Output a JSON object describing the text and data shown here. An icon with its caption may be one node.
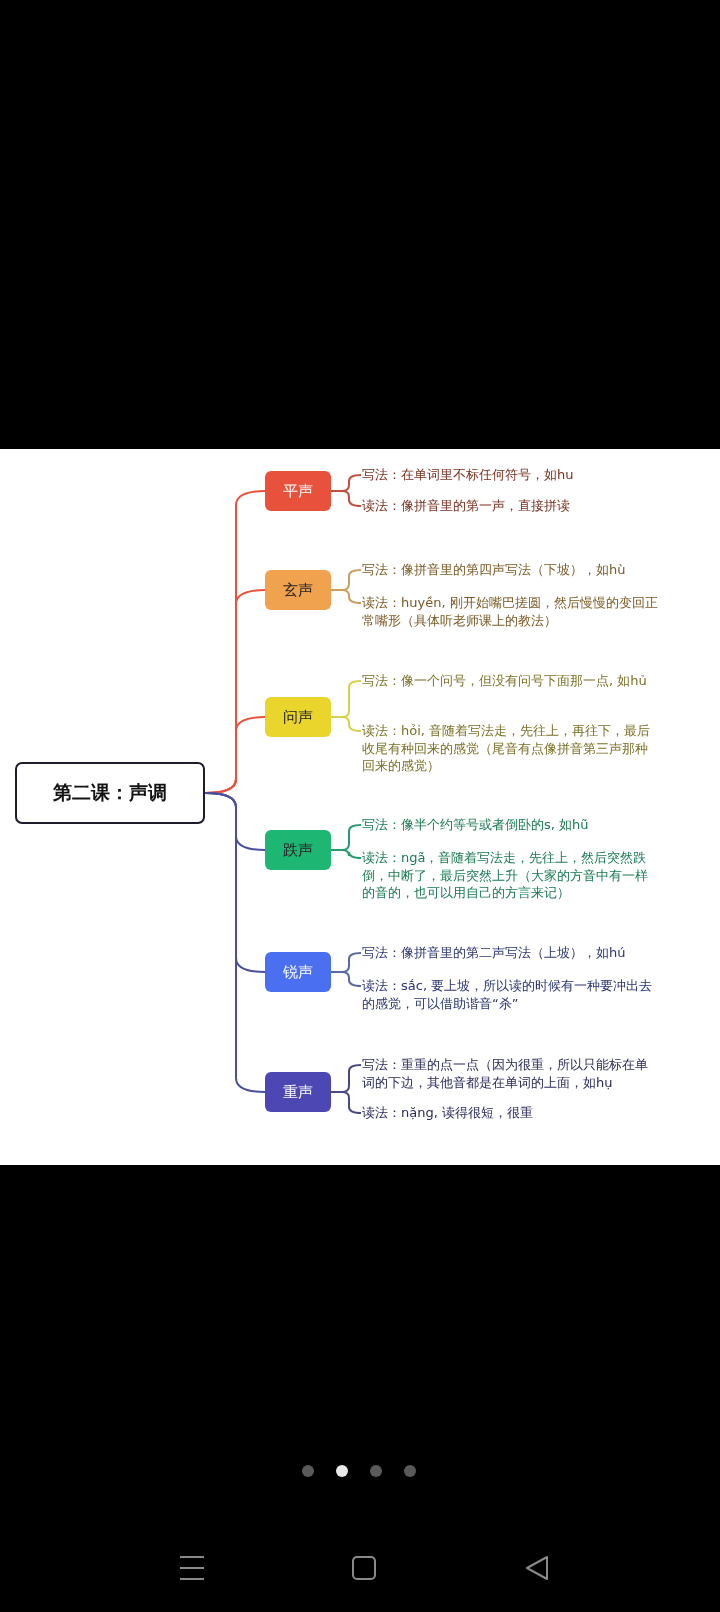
{
  "diagram": {
    "nodes": [
      {
        "text": [
          "第二课：声调"
        ]
      },
      {
        "text": [
          "平声"
        ]
      },
      {
        "text": [
          "写法：在单词里不标任何符号，如hu"
        ]
      },
      {
        "text": [
          "读法：像拼音里的第一声，直接拼读"
        ]
      },
      {
        "text": [
          "玄声"
        ]
      },
      {
        "text": [
          "写法：像拼音里的第四声写法（下坡），如hù"
        ]
      },
      {
        "text": [
          "读法：huyền, 刚开始嘴巴搓圆，然后慢慢的变回正常嘴形（具体听老师课上的教法）"
        ]
      },
      {
        "text": [
          "问声"
        ]
      },
      {
        "text": [
          "写法：像一个问号，但没有问号下面那一点, 如hủ"
        ]
      },
      {
        "text": [
          "读法：hỏi, 音随着写法走，先往上，再往下，最后收尾有种回来的感觉（尾音有点像拼音第三声那种回来的感觉）"
        ]
      },
      {
        "text": [
          "跌声"
        ]
      },
      {
        "text": [
          "写法：像半个约等号或者倒卧的s, 如hũ"
        ]
      },
      {
        "text": [
          "读法：ngã，音随着写法走，先往上，然后突然跌倒，中断了，最后突然上升（大家的方音中有一样的音的，也可以用自己的方言来记）"
        ]
      },
      {
        "text": [
          "锐声"
        ]
      },
      {
        "text": [
          "写法：像拼音里的第二声写法（上坡），如hú"
        ]
      },
      {
        "text": [
          "读法：sắc, 要上坡，所以读的时候有一种要冲出去的感觉，可以借助谐音“杀”"
        ]
      },
      {
        "text": [
          "重声"
        ]
      },
      {
        "text": [
          "写法：重重的点一点（因为很重，所以只能标在单词的下边，其他音都是在单词的上面，如hụ"
        ]
      },
      {
        "text": [
          "读法：nặng, 读得很短，很重"
        ]
      }
    ],
    "edges": [
      {
        "from": 0,
        "to": 1,
        "arrow": "none",
        "color": "#e8513c"
      },
      {
        "from": 0,
        "to": 4,
        "arrow": "none",
        "color": "#e8513c"
      },
      {
        "from": 0,
        "to": 7,
        "arrow": "none",
        "color": "#e8513c"
      },
      {
        "from": 0,
        "to": 10,
        "arrow": "none",
        "color": "#4a4f9c"
      },
      {
        "from": 0,
        "to": 13,
        "arrow": "none",
        "color": "#4a4f9c"
      },
      {
        "from": 0,
        "to": 16,
        "arrow": "none",
        "color": "#4a4f9c"
      },
      {
        "from": 1,
        "to": 2,
        "arrow": "none",
        "color": "#c0503c"
      },
      {
        "from": 1,
        "to": 3,
        "arrow": "none",
        "color": "#c0503c"
      },
      {
        "from": 4,
        "to": 5,
        "arrow": "none",
        "color": "#c8a060"
      },
      {
        "from": 4,
        "to": 6,
        "arrow": "none",
        "color": "#c8a060"
      },
      {
        "from": 7,
        "to": 8,
        "arrow": "none",
        "color": "#d8d050"
      },
      {
        "from": 7,
        "to": 9,
        "arrow": "none",
        "color": "#d8d050"
      },
      {
        "from": 10,
        "to": 11,
        "arrow": "none",
        "color": "#2a9a70"
      },
      {
        "from": 10,
        "to": 12,
        "arrow": "none",
        "color": "#2a9a70"
      },
      {
        "from": 13,
        "to": 14,
        "arrow": "none",
        "color": "#5a6aa0"
      },
      {
        "from": 13,
        "to": 15,
        "arrow": "none",
        "color": "#5a6aa0"
      },
      {
        "from": 16,
        "to": 17,
        "arrow": "none",
        "color": "#4a4a80"
      },
      {
        "from": 16,
        "to": 18,
        "arrow": "none",
        "color": "#4a4a80"
      }
    ]
  }
}
